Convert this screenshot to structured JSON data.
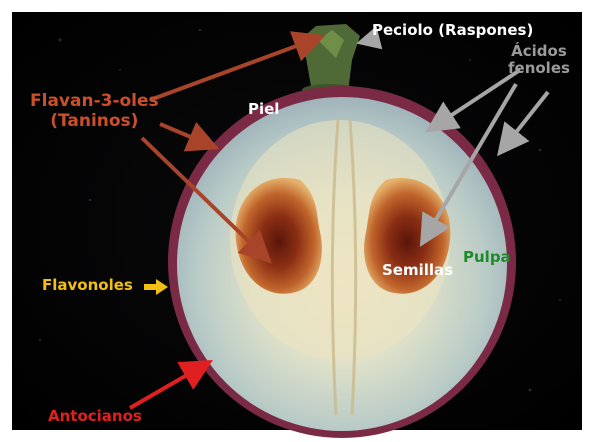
{
  "labels": {
    "peciolo": "Peciolo (Raspones)",
    "acidos_line1": "Ácidos",
    "acidos_line2": "fenoles",
    "flavan_line1": "Flavan-3-oles",
    "flavan_line2": "(Taninos)",
    "piel": "Piel",
    "pulpa": "Pulpa",
    "semillas": "Semillas",
    "flavonoles": "Flavonoles",
    "antocianos": "Antocianos"
  },
  "colors": {
    "background": "#000000",
    "skin": "#7a2a45",
    "pulp": "#cfdcc6",
    "seed": "#9a3a1c",
    "stem": "#4f6a36",
    "arrow_flavan": "#a8442a",
    "arrow_acidos": "#a6a6a6",
    "arrow_flavonoles": "#f2c014",
    "arrow_antocianos": "#e02020",
    "arrow_peciolo": "#c8c8c8"
  }
}
